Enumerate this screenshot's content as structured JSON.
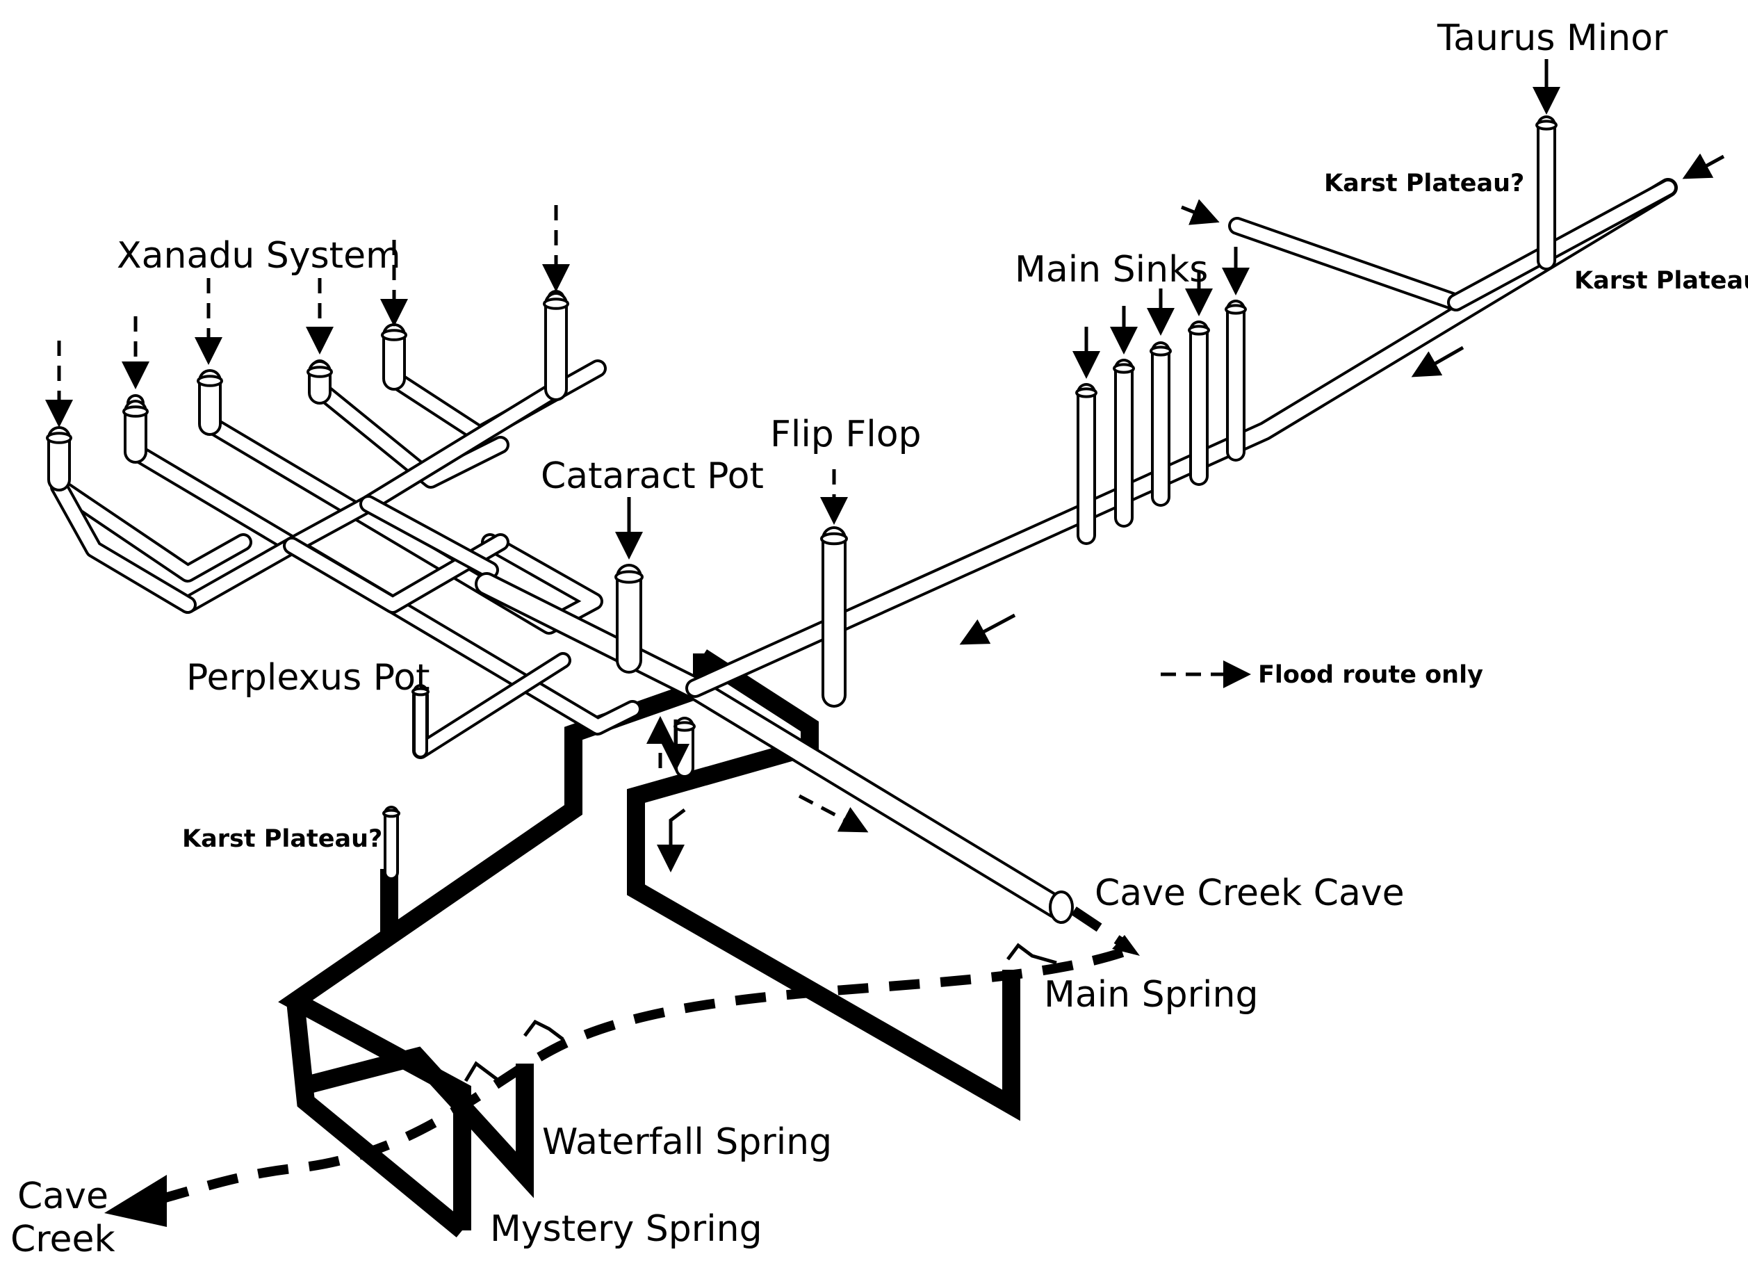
{
  "labels": {
    "taurus_minor": "Taurus Minor",
    "karst_plateau_top": "Karst Plateau?",
    "karst_plateau_right": "Karst Plateau?",
    "karst_plateau_left": "Karst Plateau?",
    "xanadu_system": "Xanadu System",
    "main_sinks": "Main Sinks",
    "flip_flop": "Flip Flop",
    "cataract_pot": "Cataract Pot",
    "perplexus_pot": "Perplexus Pot",
    "cave_creek_cave": "Cave Creek Cave",
    "main_spring": "Main Spring",
    "waterfall_spring": "Waterfall Spring",
    "mystery_spring": "Mystery Spring",
    "cave_creek_line1": "Cave",
    "cave_creek_line2": "Creek"
  },
  "legend": {
    "flood_route": "Flood route only"
  }
}
